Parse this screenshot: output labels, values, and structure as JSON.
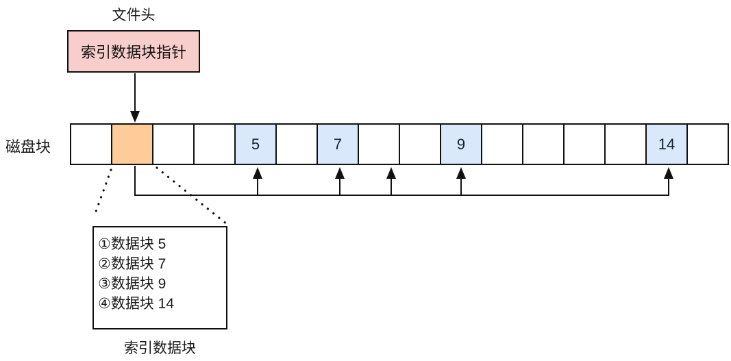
{
  "colors": {
    "background": "#ffffff",
    "pink_fill": "#f8cecc",
    "orange_fill": "#ffcc99",
    "blue_fill": "#dae8fc",
    "line": "#111111"
  },
  "file_header": {
    "label": "文件头",
    "pointer_box_label": "索引数据块指针"
  },
  "disk_row": {
    "label": "磁盘块",
    "blocks": [
      {
        "type": "empty",
        "label": ""
      },
      {
        "type": "index",
        "label": ""
      },
      {
        "type": "empty",
        "label": ""
      },
      {
        "type": "empty",
        "label": ""
      },
      {
        "type": "data",
        "label": "5"
      },
      {
        "type": "empty",
        "label": ""
      },
      {
        "type": "data",
        "label": "7"
      },
      {
        "type": "empty",
        "label": ""
      },
      {
        "type": "empty",
        "label": ""
      },
      {
        "type": "data",
        "label": "9"
      },
      {
        "type": "empty",
        "label": ""
      },
      {
        "type": "empty",
        "label": ""
      },
      {
        "type": "empty",
        "label": ""
      },
      {
        "type": "empty",
        "label": ""
      },
      {
        "type": "data",
        "label": "14"
      },
      {
        "type": "empty",
        "label": ""
      }
    ]
  },
  "index_block": {
    "entries": [
      "①数据块 5",
      "②数据块 7",
      "③数据块 9",
      "④数据块 14"
    ],
    "caption": "索引数据块"
  }
}
